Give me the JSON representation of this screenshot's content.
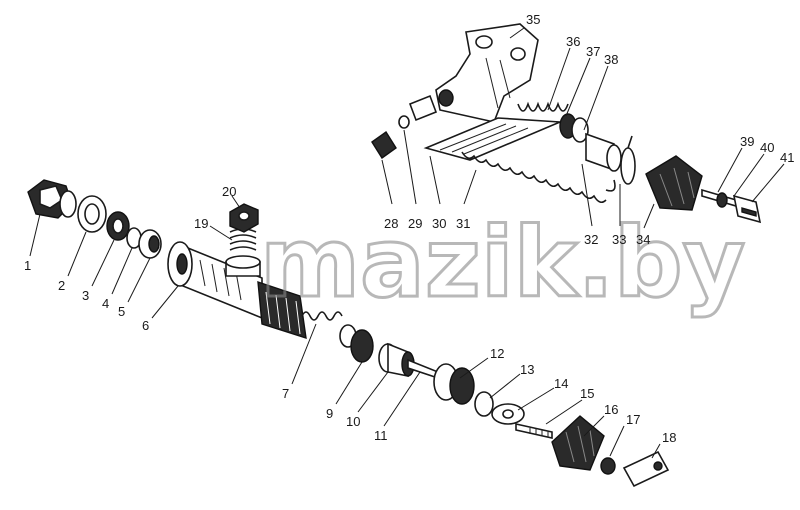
{
  "watermark": "mazik.by",
  "callouts": [
    "1",
    "2",
    "3",
    "4",
    "5",
    "6",
    "7",
    "9",
    "10",
    "11",
    "12",
    "13",
    "14",
    "15",
    "16",
    "17",
    "18",
    "19",
    "20",
    "28",
    "29",
    "30",
    "31",
    "32",
    "33",
    "34",
    "35",
    "36",
    "37",
    "38",
    "39",
    "40",
    "41"
  ]
}
